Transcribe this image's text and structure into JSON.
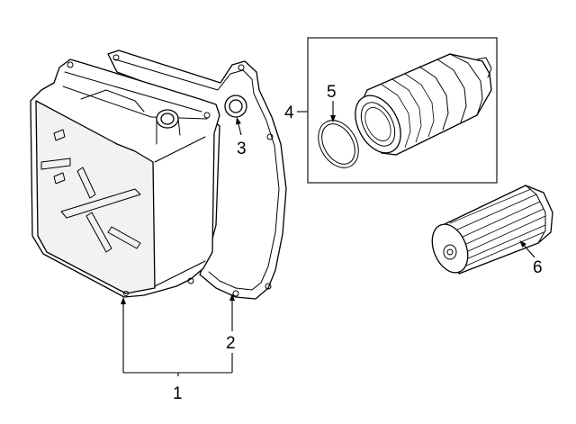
{
  "callouts": {
    "c1": "1",
    "c2": "2",
    "c3": "3",
    "c4": "4",
    "c5": "5",
    "c6": "6"
  },
  "colors": {
    "line": "#000000",
    "background": "#ffffff",
    "part_shade": "#f2f2f2"
  }
}
